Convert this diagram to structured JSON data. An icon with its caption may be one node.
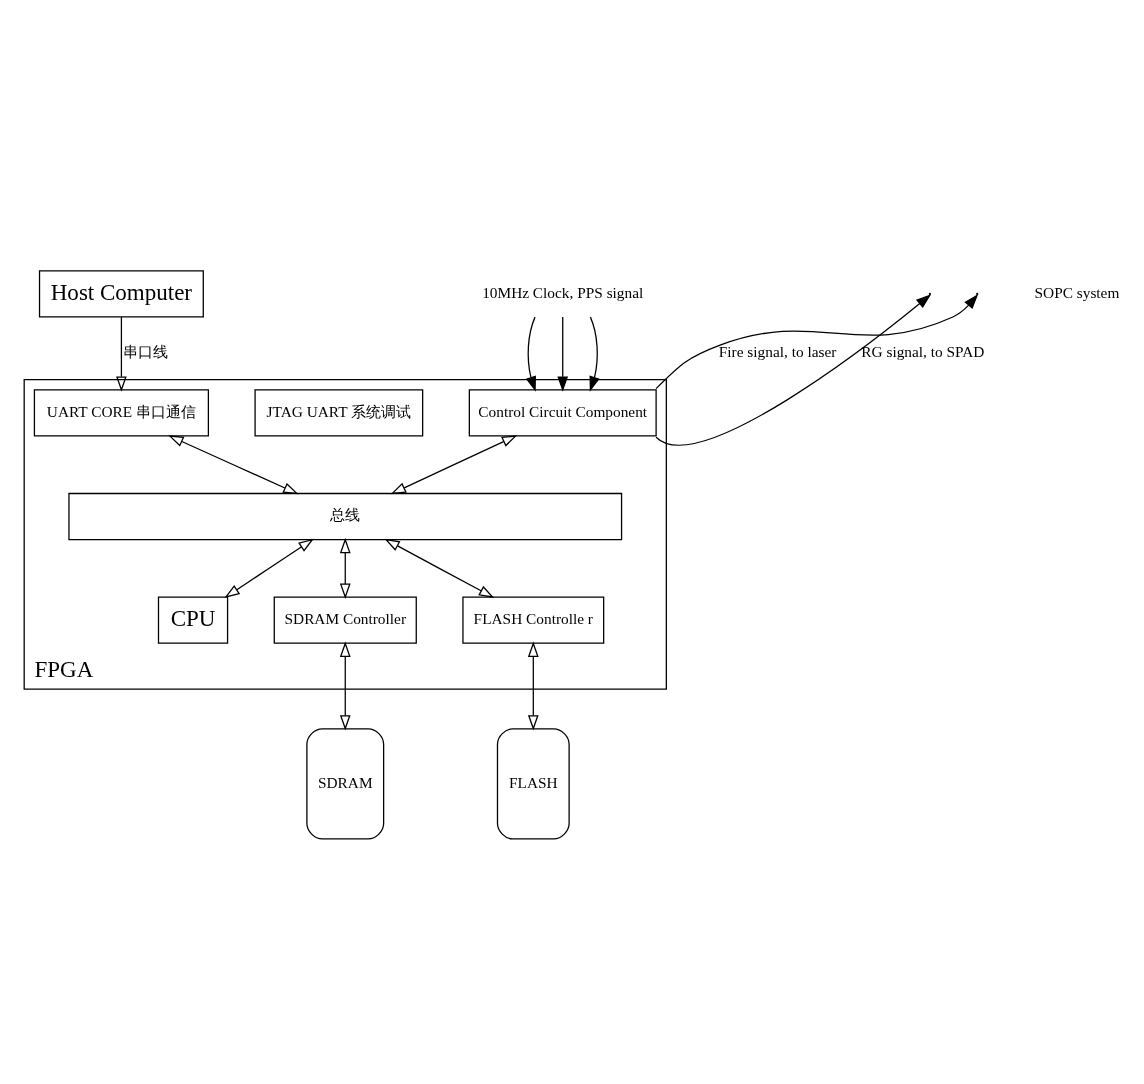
{
  "diagram": {
    "nodes": [
      {
        "text": [
          "Host Computer"
        ]
      },
      {
        "text": [
          "FPGA"
        ]
      },
      {
        "text": [
          "UART CORE 串口通信"
        ],
        "in": 1
      },
      {
        "text": [
          "JTAG UART 系统调试"
        ],
        "in": 1
      },
      {
        "text": [
          "Control Circuit Component"
        ],
        "in": 1
      },
      {
        "text": [
          "总线"
        ],
        "in": 1
      },
      {
        "text": [
          "CPU"
        ],
        "in": 1
      },
      {
        "text": [
          "SDRAM Controller"
        ],
        "in": 1
      },
      {
        "text": [
          "FLASH Controlle r"
        ],
        "in": 1
      },
      {
        "text": [
          "SDRAM"
        ]
      },
      {
        "text": [
          "FLASH"
        ]
      },
      {
        "text": [
          "10MHz Clock, PPS signal"
        ]
      }
    ],
    "edges": [
      {
        "from": 0,
        "to": 2,
        "arrow": "to",
        "label": "串口线"
      },
      {
        "from": 2,
        "to": 5,
        "arrow": "both"
      },
      {
        "from": 4,
        "to": 5,
        "arrow": "both"
      },
      {
        "from": 5,
        "to": 6,
        "arrow": "both"
      },
      {
        "from": 5,
        "to": 7,
        "arrow": "both"
      },
      {
        "from": 5,
        "to": 8,
        "arrow": "both"
      },
      {
        "from": 7,
        "to": 9,
        "arrow": "both"
      },
      {
        "from": 8,
        "to": 10,
        "arrow": "both"
      },
      {
        "from": 11,
        "to": 4,
        "arrow": "to"
      },
      {
        "from": 11,
        "to": 4,
        "arrow": "to"
      },
      {
        "from": 11,
        "to": 4,
        "arrow": "to"
      },
      {
        "from": 4,
        "to": null,
        "arrow": "to",
        "label": "Fire signal, to laser"
      },
      {
        "from": 4,
        "to": null,
        "arrow": "to",
        "label": "RG signal, to SPAD"
      }
    ],
    "labels": [
      "SOPC system"
    ]
  }
}
